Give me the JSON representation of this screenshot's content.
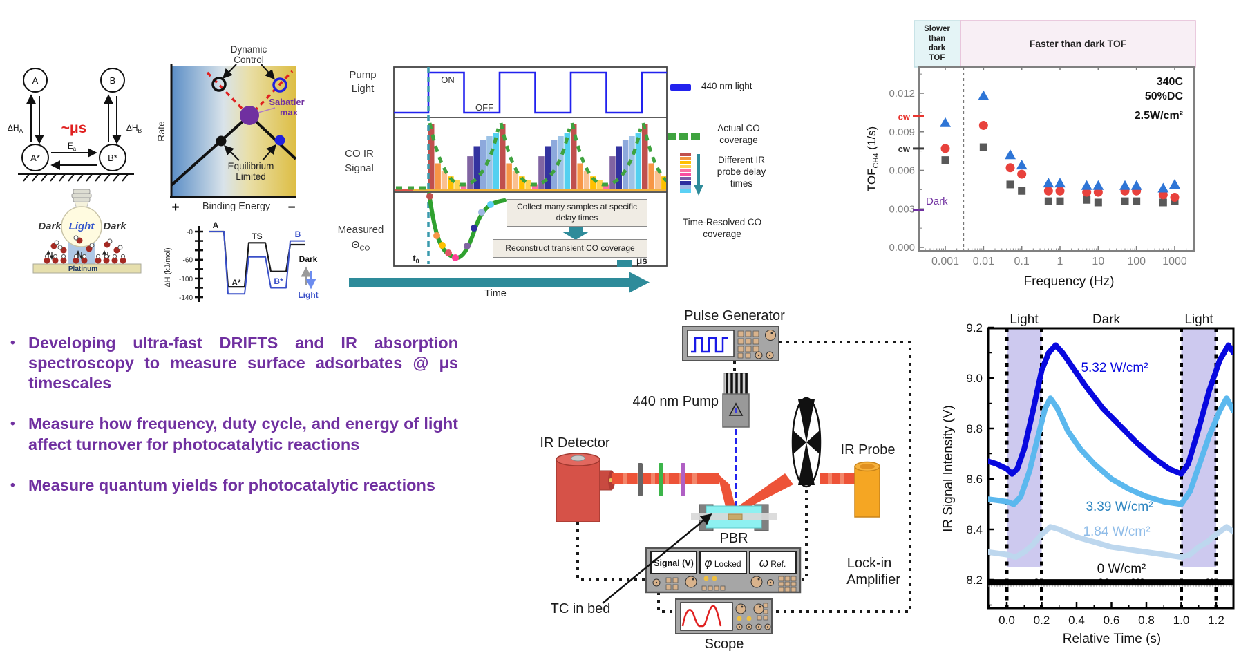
{
  "reaction_scheme": {
    "a": "A",
    "b": "B",
    "a_star": "A*",
    "b_star": "B*",
    "dh": "ΔH",
    "sub_a": "A",
    "sub_b": "B",
    "timescale": "~μs",
    "ea": "E",
    "ea_sub": "a"
  },
  "bulb": {
    "dark_left": "Dark",
    "light": "Light",
    "dark_right": "Dark",
    "platinum": "Platinum"
  },
  "volcano": {
    "dynamic1": "Dynamic",
    "dynamic2": "Control",
    "sabatier1": "Sabatier",
    "sabatier2": "max",
    "equilibrium1": "Equilibrium",
    "equilibrium2": "Limited",
    "ylabel": "Rate",
    "plus": "+",
    "xlabel": "Binding Energy",
    "minus": "−"
  },
  "energy": {
    "ylabel": "ΔH (kJ/mol)",
    "a": "A",
    "ts": "TS",
    "b": "B",
    "a_star": "A*",
    "b_star": "B*",
    "dark": "Dark",
    "light": "Light"
  },
  "pump_probe": {
    "pump1": "Pump",
    "pump2": "Light",
    "co1": "CO IR",
    "co2": "Signal",
    "meas1": "Measured",
    "theta": "Θ",
    "theta_sub": "CO",
    "on": "ON",
    "off": "OFF",
    "t0": "t",
    "t0_sub": "0",
    "box1a": "Collect many samples at specific",
    "box1b": "delay times",
    "box2": "Reconstruct transient CO coverage",
    "us": "μs",
    "time_label": "Time",
    "legend_light": "440 nm light",
    "legend_actual1": "Actual CO",
    "legend_actual2": "coverage",
    "legend_delay1": "Different IR",
    "legend_delay2": "probe delay",
    "legend_delay3": "times",
    "legend_resolved1": "Time-Resolved CO",
    "legend_resolved2": "coverage",
    "delay_colors": [
      "#C0504D",
      "#F2953F",
      "#FFC000",
      "#FFD34D",
      "#F973A3",
      "#F94FA0",
      "#7B5EA7",
      "#2D2D9F",
      "#9FB7E4",
      "#5BD1F5"
    ],
    "measured_dot_colors": [
      "#C0504D",
      "#F79646",
      "#FFC000",
      "#E05565",
      "#FF3E96",
      "#8064A2",
      "#2D2D9F",
      "#9FB7E4",
      "#5BD1F5"
    ]
  },
  "tof": {
    "band_slower": [
      "Slower",
      "than",
      "dark",
      "TOF"
    ],
    "band_faster": "Faster than dark TOF",
    "ann1": "340C",
    "ann2": "50%DC",
    "ann3": "2.5W/cm²",
    "cw": "cw",
    "dark": "Dark",
    "ylabel_pre": "TOF",
    "ylabel_sub": "CH4",
    "ylabel_post": " (1/s)",
    "xlabel": "Frequency (Hz)"
  },
  "bullets": [
    "Developing ultra-fast DRIFTS and IR absorption spectroscopy to measure surface adsorbates @ μs timescales",
    "Measure how frequency, duty cycle, and energy of light affect turnover for photocatalytic reactions",
    "Measure quantum yields for photocatalytic reactions"
  ],
  "apparatus": {
    "pulse_generator": "Pulse Generator",
    "pump": "440 nm Pump",
    "detector": "IR Detector",
    "probe": "IR Probe",
    "pbr": "PBR",
    "display_signal": "Signal (V)",
    "display_phi": "φ",
    "display_locked": "Locked",
    "display_omega": "ω",
    "display_ref": "Ref.",
    "lockin1": "Lock-in",
    "lockin2": "Amplifier",
    "tc": "TC in bed",
    "scope": "Scope"
  },
  "ir": {
    "top": [
      "Light",
      "Dark",
      "Light"
    ],
    "ylabel": "IR Signal Intensity (V)",
    "xlabel": "Relative Time (s)",
    "labels": [
      "5.32 W/cm²",
      "3.39 W/cm²",
      "1.84 W/cm²",
      "0 W/cm²"
    ]
  },
  "chart_data": [
    {
      "id": "tof",
      "type": "scatter",
      "title": "Methane turnover frequency vs pulsing frequency",
      "xlabel": "Frequency (Hz)",
      "ylabel": "TOF_CH4 (1/s)",
      "x_scale": "log",
      "ylim": [
        0,
        0.0139
      ],
      "yticks": [
        0,
        0.003,
        0.006,
        0.009,
        0.012
      ],
      "xticks": [
        0.001,
        0.01,
        0.1,
        1,
        10,
        100,
        1000
      ],
      "dashed_x": 0.003,
      "region_labels": [
        "Slower than dark TOF",
        "Faster than dark TOF"
      ],
      "annotations": [
        "340C",
        "50%DC",
        "2.5W/cm²"
      ],
      "reference_lines": [
        {
          "label": "cw",
          "value": 0.0102,
          "color": "#E8352F",
          "side": "out"
        },
        {
          "label": "cw",
          "value": 0.0077,
          "color": "#3a3a3a",
          "side": "out"
        },
        {
          "label": "Dark",
          "value": 0.0029,
          "color": "#7030A0",
          "side": "in"
        }
      ],
      "frequencies": [
        0.001,
        0.01,
        0.05,
        0.1,
        0.5,
        1,
        5,
        10,
        50,
        100,
        500,
        1000
      ],
      "series": [
        {
          "name": "gray-squares",
          "marker": "square",
          "color": "#595959",
          "values": [
            0.0068,
            0.0078,
            0.0049,
            0.0044,
            0.0036,
            0.0036,
            0.0037,
            0.0035,
            0.0036,
            0.0036,
            0.0035,
            0.0036
          ]
        },
        {
          "name": "red-circles",
          "marker": "circle",
          "color": "#E8413C",
          "values": [
            0.0077,
            0.0095,
            0.0062,
            0.0057,
            0.0044,
            0.0044,
            0.0043,
            0.0043,
            0.0044,
            0.0044,
            0.0041,
            0.0039
          ]
        },
        {
          "name": "blue-triangles",
          "marker": "triangle",
          "color": "#2E75D6",
          "values": [
            0.0097,
            0.0118,
            0.0072,
            0.0064,
            0.005,
            0.005,
            0.0048,
            0.0048,
            0.0048,
            0.0048,
            0.0046,
            0.0049
          ]
        }
      ]
    },
    {
      "id": "ir",
      "type": "line",
      "title": "Transient IR signal under pulsed illumination",
      "xlabel": "Relative Time (s)",
      "ylabel": "IR Signal Intensity (V)",
      "xlim": [
        -0.107,
        1.3
      ],
      "ylim": [
        8.09,
        9.2
      ],
      "yticks": [
        8.2,
        8.4,
        8.6,
        8.8,
        9.0,
        9.2
      ],
      "xticks": [
        0.0,
        0.2,
        0.4,
        0.6,
        0.8,
        1.0,
        1.2
      ],
      "light_bands": [
        [
          0.0,
          0.2
        ],
        [
          1.0,
          1.2
        ]
      ],
      "series": [
        {
          "name": "5.32 W/cm²",
          "color": "#0808DF",
          "label_color": "#0808DF",
          "width": 8,
          "points": [
            [
              -0.107,
              8.67
            ],
            [
              -0.06,
              8.66
            ],
            [
              0,
              8.64
            ],
            [
              0.03,
              8.62
            ],
            [
              0.06,
              8.64
            ],
            [
              0.1,
              8.72
            ],
            [
              0.15,
              8.87
            ],
            [
              0.2,
              9.03
            ],
            [
              0.24,
              9.1
            ],
            [
              0.28,
              9.13
            ],
            [
              0.32,
              9.1
            ],
            [
              0.38,
              9.04
            ],
            [
              0.45,
              8.97
            ],
            [
              0.55,
              8.88
            ],
            [
              0.65,
              8.81
            ],
            [
              0.75,
              8.74
            ],
            [
              0.85,
              8.68
            ],
            [
              0.93,
              8.64
            ],
            [
              1.0,
              8.62
            ],
            [
              1.04,
              8.66
            ],
            [
              1.1,
              8.8
            ],
            [
              1.16,
              8.95
            ],
            [
              1.22,
              9.07
            ],
            [
              1.27,
              9.13
            ],
            [
              1.3,
              9.1
            ]
          ]
        },
        {
          "name": "3.39 W/cm²",
          "color": "#5BB8EE",
          "label_color": "#2E86C1",
          "width": 8,
          "points": [
            [
              -0.107,
              8.52
            ],
            [
              -0.05,
              8.515
            ],
            [
              0,
              8.51
            ],
            [
              0.04,
              8.5
            ],
            [
              0.08,
              8.53
            ],
            [
              0.13,
              8.63
            ],
            [
              0.18,
              8.77
            ],
            [
              0.22,
              8.88
            ],
            [
              0.25,
              8.92
            ],
            [
              0.29,
              8.88
            ],
            [
              0.35,
              8.79
            ],
            [
              0.42,
              8.72
            ],
            [
              0.5,
              8.66
            ],
            [
              0.6,
              8.6
            ],
            [
              0.7,
              8.56
            ],
            [
              0.8,
              8.53
            ],
            [
              0.9,
              8.51
            ],
            [
              1.0,
              8.5
            ],
            [
              1.05,
              8.55
            ],
            [
              1.1,
              8.65
            ],
            [
              1.16,
              8.77
            ],
            [
              1.22,
              8.87
            ],
            [
              1.26,
              8.92
            ],
            [
              1.3,
              8.87
            ]
          ]
        },
        {
          "name": "1.84 W/cm²",
          "color": "#BDD7EE",
          "label_color": "#8FBCE8",
          "width": 8,
          "points": [
            [
              -0.107,
              8.31
            ],
            [
              0,
              8.3
            ],
            [
              0.05,
              8.29
            ],
            [
              0.1,
              8.31
            ],
            [
              0.15,
              8.34
            ],
            [
              0.2,
              8.38
            ],
            [
              0.25,
              8.41
            ],
            [
              0.3,
              8.4
            ],
            [
              0.4,
              8.37
            ],
            [
              0.5,
              8.35
            ],
            [
              0.6,
              8.33
            ],
            [
              0.7,
              8.32
            ],
            [
              0.8,
              8.31
            ],
            [
              0.9,
              8.3
            ],
            [
              1.0,
              8.29
            ],
            [
              1.05,
              8.3
            ],
            [
              1.1,
              8.33
            ],
            [
              1.15,
              8.35
            ],
            [
              1.2,
              8.38
            ],
            [
              1.26,
              8.41
            ],
            [
              1.3,
              8.39
            ]
          ]
        },
        {
          "name": "0 W/cm²",
          "color": "#000000",
          "label_color": "#111111",
          "width": 9,
          "points": [
            [
              -0.107,
              8.19
            ],
            [
              1.3,
              8.19
            ]
          ]
        }
      ]
    },
    {
      "id": "energy",
      "type": "line",
      "title": "Reaction enthalpy diagram, dark vs light",
      "ylabel": "ΔH (kJ/mol)",
      "ylim": [
        -150,
        10
      ],
      "yticks_all": [
        0,
        -20,
        -40,
        -60,
        -80,
        -100,
        -120,
        -140
      ],
      "yticks_labeled": {
        "0": "-0",
        "-60": "-60",
        "-100": "-100",
        "-140": "-140"
      },
      "states": [
        "A",
        "A*",
        "TS",
        "B*",
        "B"
      ],
      "series": [
        {
          "name": "Dark",
          "color": "#1a1a1a",
          "values": [
            0,
            -118,
            -24,
            -85,
            -28
          ]
        },
        {
          "name": "Light",
          "color": "#3A50C8",
          "values": [
            0,
            -133,
            -54,
            -120,
            -20
          ]
        }
      ]
    },
    {
      "id": "co_bars",
      "type": "bar",
      "title": "CO IR signal sampled at different IR probe delay times (conceptual, repeats each pump period)",
      "heights_rel": [
        0.93,
        0.38,
        0.27,
        0.2,
        0.15,
        0.09,
        0.48,
        0.62,
        0.71,
        0.76,
        0.8
      ],
      "colors": [
        "#C0504D",
        "#F79646",
        "#FAC08F",
        "#FFC000",
        "#FFD34D",
        "#FF6FA1",
        "#8064A2",
        "#33339F",
        "#8DA9DC",
        "#9DC3E6",
        "#53D0F0"
      ],
      "periods": 4
    }
  ]
}
